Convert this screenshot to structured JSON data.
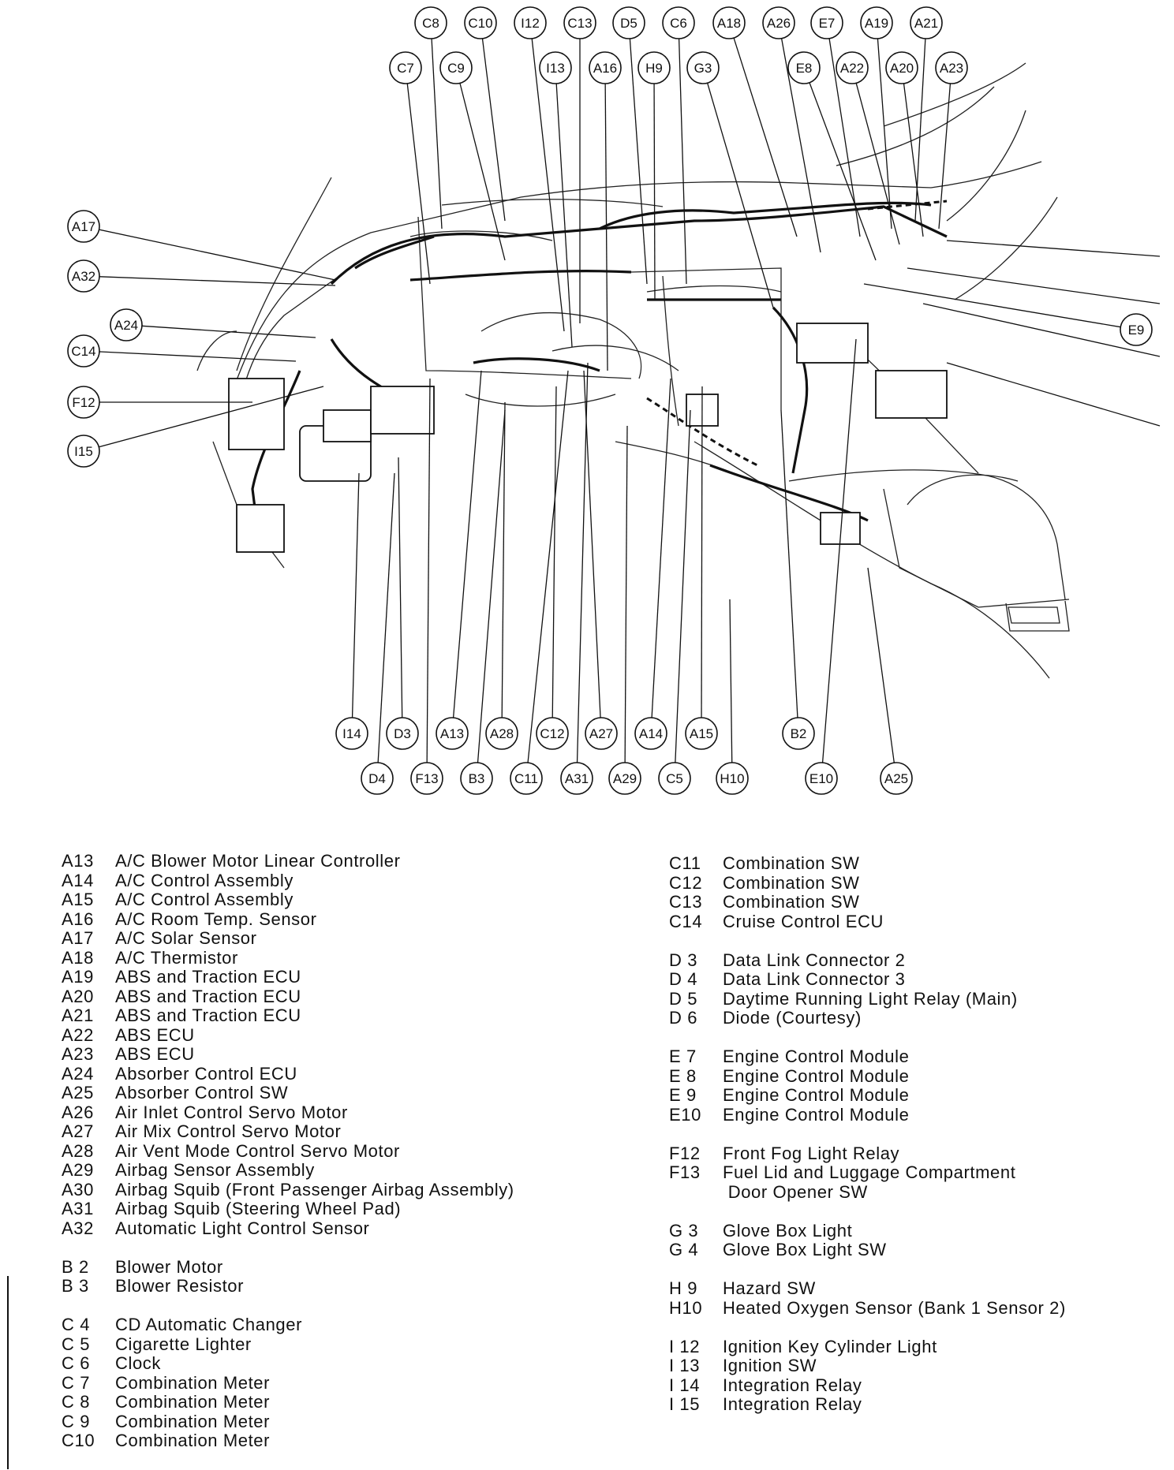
{
  "diagram": {
    "callouts_top": [
      "C8",
      "C10",
      "I12",
      "C13",
      "D5",
      "C6",
      "A18",
      "A26",
      "E7",
      "A19",
      "A21",
      "C7",
      "C9",
      "I13",
      "A16",
      "H9",
      "G3",
      "E8",
      "A22",
      "A20",
      "A23"
    ],
    "callouts_left": [
      "A17",
      "A32",
      "A24",
      "C14",
      "F12",
      "I15"
    ],
    "callouts_right": [
      "E9"
    ],
    "callouts_bottom": [
      "I14",
      "D3",
      "A13",
      "A28",
      "C12",
      "A27",
      "A14",
      "A15",
      "B2",
      "D4",
      "F13",
      "B3",
      "C11",
      "A31",
      "A29",
      "C5",
      "H10",
      "E10",
      "A25"
    ]
  },
  "legend": {
    "left_groups": [
      [
        {
          "code": "A13",
          "name": "A/C Blower Motor Linear Controller"
        },
        {
          "code": "A14",
          "name": "A/C Control Assembly"
        },
        {
          "code": "A15",
          "name": "A/C Control Assembly"
        },
        {
          "code": "A16",
          "name": "A/C Room Temp. Sensor"
        },
        {
          "code": "A17",
          "name": "A/C Solar Sensor"
        },
        {
          "code": "A18",
          "name": "A/C Thermistor"
        },
        {
          "code": "A19",
          "name": "ABS and Traction ECU"
        },
        {
          "code": "A20",
          "name": "ABS and Traction ECU"
        },
        {
          "code": "A21",
          "name": "ABS and Traction ECU"
        },
        {
          "code": "A22",
          "name": "ABS ECU"
        },
        {
          "code": "A23",
          "name": "ABS ECU"
        },
        {
          "code": "A24",
          "name": "Absorber Control ECU"
        },
        {
          "code": "A25",
          "name": "Absorber Control SW"
        },
        {
          "code": "A26",
          "name": "Air Inlet Control Servo Motor"
        },
        {
          "code": "A27",
          "name": "Air Mix Control Servo Motor"
        },
        {
          "code": "A28",
          "name": "Air Vent Mode Control Servo Motor"
        },
        {
          "code": "A29",
          "name": "Airbag Sensor Assembly"
        },
        {
          "code": "A30",
          "name": "Airbag Squib (Front Passenger Airbag Assembly)"
        },
        {
          "code": "A31",
          "name": "Airbag Squib (Steering Wheel Pad)"
        },
        {
          "code": "A32",
          "name": "Automatic Light Control Sensor"
        }
      ],
      [
        {
          "code": "B 2",
          "name": "Blower Motor"
        },
        {
          "code": "B 3",
          "name": "Blower Resistor"
        }
      ],
      [
        {
          "code": "C 4",
          "name": "CD Automatic Changer"
        },
        {
          "code": "C 5",
          "name": "Cigarette Lighter"
        },
        {
          "code": "C 6",
          "name": "Clock"
        },
        {
          "code": "C 7",
          "name": "Combination Meter"
        },
        {
          "code": "C 8",
          "name": "Combination Meter"
        },
        {
          "code": "C 9",
          "name": "Combination Meter"
        },
        {
          "code": "C10",
          "name": "Combination Meter"
        }
      ]
    ],
    "right_groups": [
      [
        {
          "code": "C11",
          "name": "Combination SW"
        },
        {
          "code": "C12",
          "name": "Combination SW"
        },
        {
          "code": "C13",
          "name": "Combination SW"
        },
        {
          "code": "C14",
          "name": "Cruise Control ECU"
        }
      ],
      [
        {
          "code": "D 3",
          "name": "Data Link Connector 2"
        },
        {
          "code": "D 4",
          "name": "Data Link Connector 3"
        },
        {
          "code": "D 5",
          "name": "Daytime Running Light Relay (Main)"
        },
        {
          "code": "D 6",
          "name": "Diode (Courtesy)"
        }
      ],
      [
        {
          "code": "E 7",
          "name": "Engine Control Module"
        },
        {
          "code": "E 8",
          "name": "Engine Control Module"
        },
        {
          "code": "E 9",
          "name": "Engine Control Module"
        },
        {
          "code": "E10",
          "name": "Engine Control Module"
        }
      ],
      [
        {
          "code": "F12",
          "name": "Front Fog Light Relay"
        },
        {
          "code": "F13",
          "name": "Fuel Lid and Luggage Compartment"
        },
        {
          "code": "",
          "name": " Door Opener SW"
        }
      ],
      [
        {
          "code": "G 3",
          "name": "Glove Box Light"
        },
        {
          "code": "G 4",
          "name": "Glove Box Light SW"
        }
      ],
      [
        {
          "code": "H 9",
          "name": "Hazard SW"
        },
        {
          "code": "H10",
          "name": "Heated Oxygen Sensor (Bank 1 Sensor 2)"
        }
      ],
      [
        {
          "code": "I 12",
          "name": "Ignition Key Cylinder Light"
        },
        {
          "code": "I 13",
          "name": "Ignition SW"
        },
        {
          "code": "I 14",
          "name": "Integration Relay"
        },
        {
          "code": "I 15",
          "name": "Integration Relay"
        }
      ]
    ]
  }
}
